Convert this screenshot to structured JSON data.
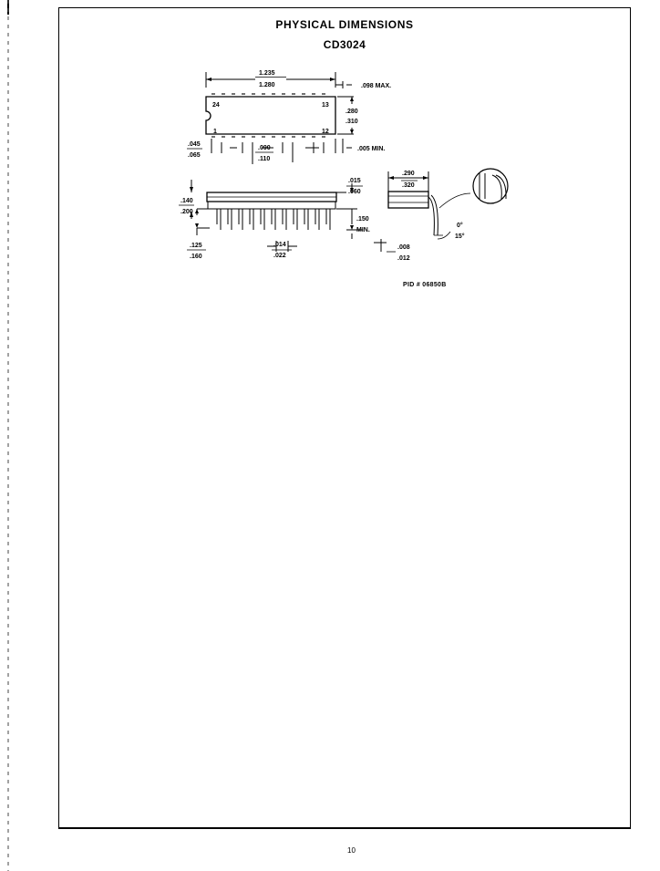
{
  "document": {
    "title": "PHYSICAL DIMENSIONS",
    "part_number": "CD3024",
    "pid": "PID # 06850B",
    "page_number": "10"
  },
  "top_view": {
    "length_min": "1.235",
    "length_max": "1.280",
    "body_offset": ".098 MAX.",
    "width_min": ".280",
    "width_max": ".310",
    "pin_24": "24",
    "pin_13": "13",
    "pin_1": "1",
    "pin_12": "12",
    "end_min": ".045",
    "end_max": ".065",
    "pitch_min": ".090",
    "pitch_max": ".110",
    "gap_min": ".005 MIN."
  },
  "side_view": {
    "height_min": ".140",
    "height_max": ".200",
    "shoulder_min": ".015",
    "shoulder_max": ".060",
    "lead_len": ".150",
    "lead_len_note": "MIN.",
    "seat_min": ".125",
    "seat_max": ".160",
    "lead_w_min": ".014",
    "lead_w_max": ".022"
  },
  "end_view": {
    "span_min": ".290",
    "span_max": ".320",
    "angle_min": "0°",
    "angle_max": "15°",
    "thick_min": ".008",
    "thick_max": ".012"
  }
}
